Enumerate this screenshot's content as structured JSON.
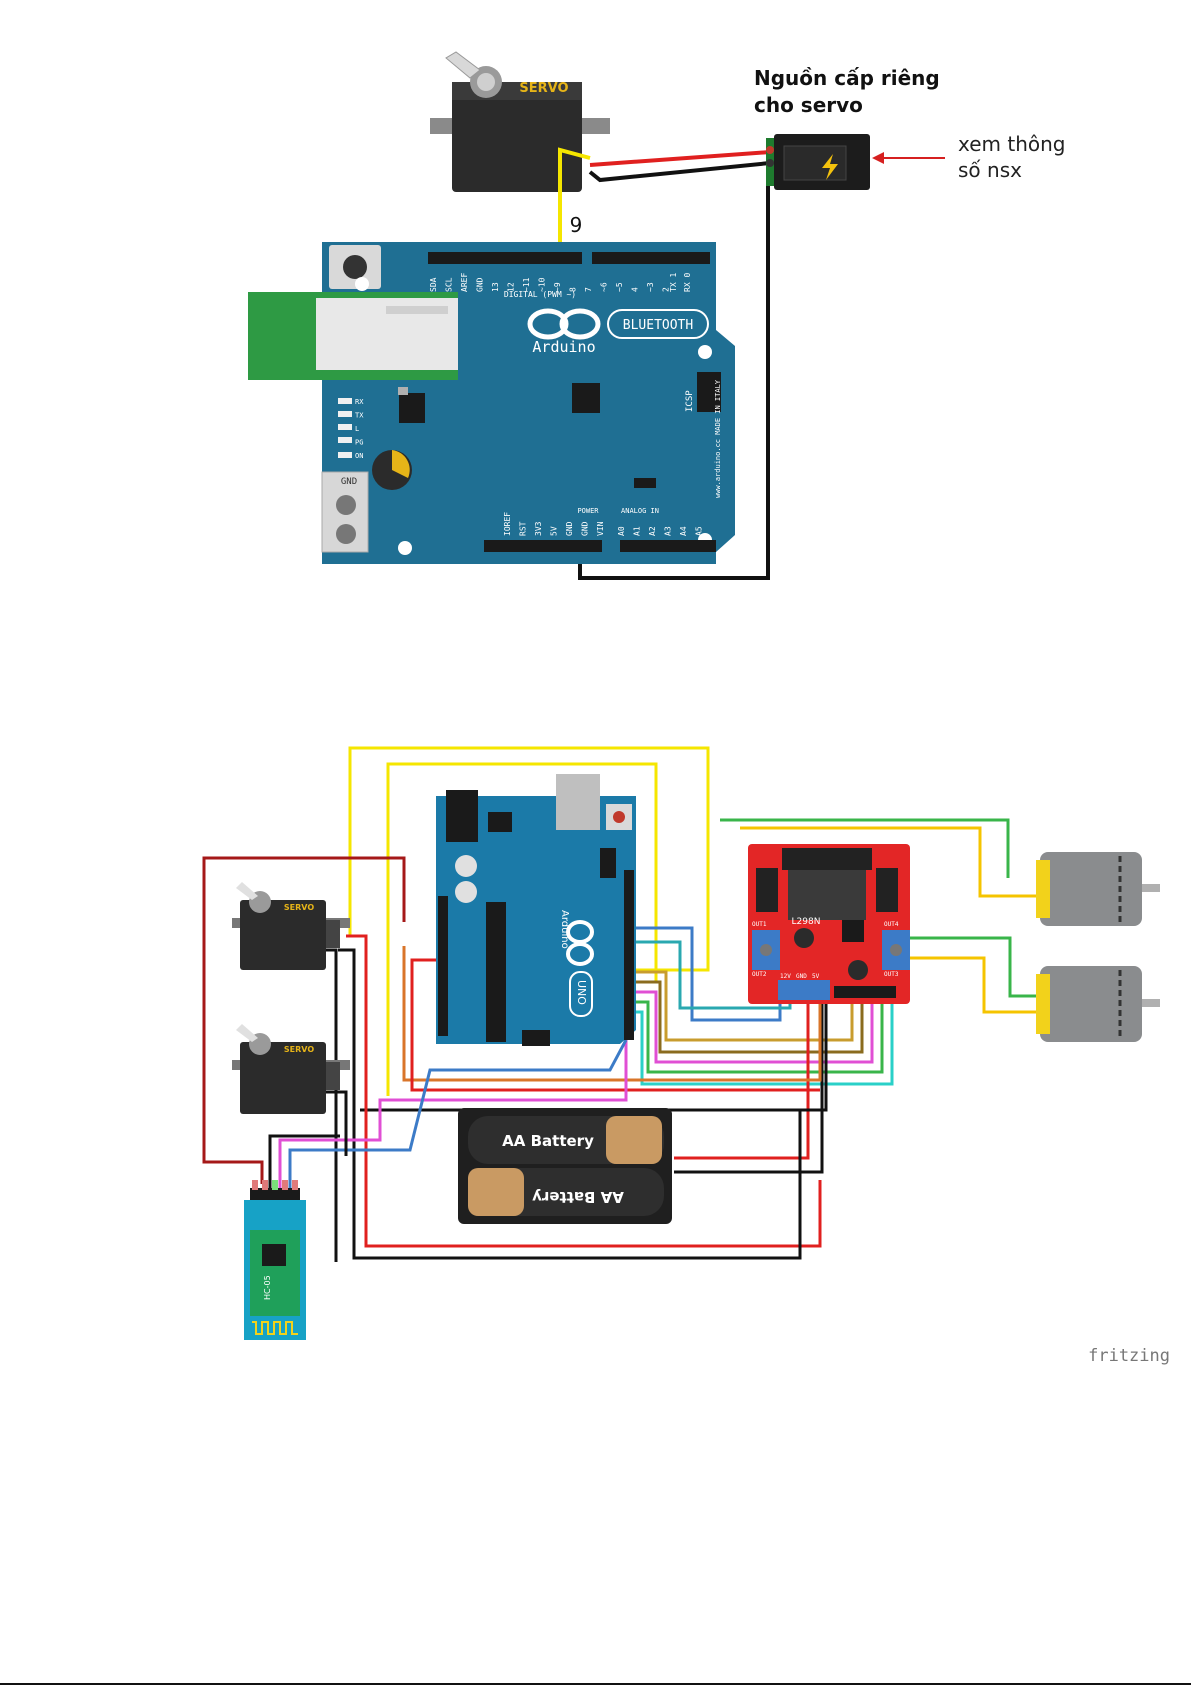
{
  "figure1": {
    "servo_label": "SERVO",
    "power_title_line1": "Nguồn cấp riêng",
    "power_title_line2": "cho servo",
    "annotation_line1": "xem thông",
    "annotation_line2": "số nsx",
    "pin_label": "9",
    "arduino_label": "Arduino",
    "bluetooth_label": "BLUETOOTH",
    "digital_label": "DIGITAL (PWM ~)",
    "icsp_label": "ICSP",
    "gnd_label": "GND",
    "power_label": "POWER",
    "analog_label": "ANALOG IN",
    "made_in": "www.arduino.cc  MADE IN ITALY",
    "led_labels": [
      "RX",
      "TX",
      "L",
      "PG",
      "ON"
    ],
    "top_pins": [
      "SDA",
      "SCL",
      "AREF",
      "GND",
      "13",
      "12",
      "~11",
      "~10",
      "~9",
      "8",
      "7",
      "~6",
      "~5",
      "4",
      "~3",
      "2",
      "TX 1",
      "RX 0"
    ],
    "bottom_pins": [
      "IOREF",
      "RST",
      "3V3",
      "5V",
      "GND",
      "GND",
      "VIN",
      "A0",
      "A1",
      "A2",
      "A3",
      "A4",
      "A5"
    ],
    "colors": {
      "board": "#1f6f93",
      "wire_red": "#e0201f",
      "wire_black": "#111111",
      "wire_yellow": "#f5e600",
      "power_green": "#1e7b2e"
    }
  },
  "figure2": {
    "servo1_label": "SERVO",
    "servo2_label": "SERVO",
    "battery1_label": "AA Battery",
    "battery2_label": "AA Battery",
    "driver_label": "L298N",
    "uno_label": "UNO",
    "arduino_label": "Arduino",
    "bt_module_label": "HC-05",
    "out_labels": [
      "OUT1",
      "OUT2",
      "OUT3",
      "OUT4"
    ],
    "driver_pins": [
      "12V",
      "GND",
      "5V"
    ],
    "watermark": "fritzing",
    "colors": {
      "board": "#1b7aa8",
      "driver": "#e32626",
      "bt": "#17a2c6",
      "motor": "#8a8c8e",
      "motor_cap": "#f2d21b"
    }
  }
}
